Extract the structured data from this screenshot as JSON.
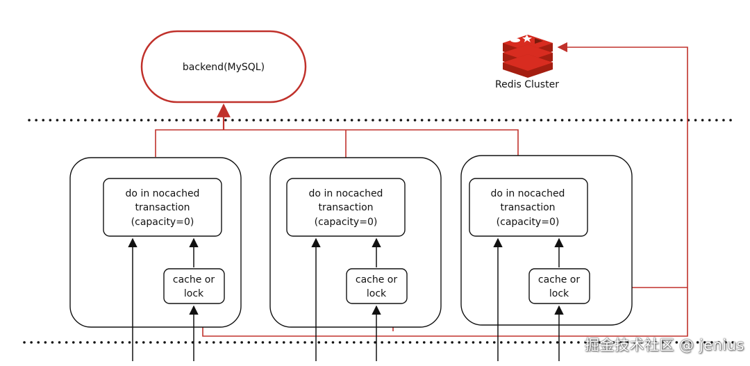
{
  "backend": {
    "label": "backend(MySQL)"
  },
  "redis": {
    "label": "Redis Cluster"
  },
  "nodes": [
    {
      "process_lines": [
        "do in nocached",
        "transaction",
        "(capacity=0)"
      ],
      "cache_lines": [
        "cache or",
        "lock"
      ]
    },
    {
      "process_lines": [
        "do in nocached",
        "transaction",
        "(capacity=0)"
      ],
      "cache_lines": [
        "cache or",
        "lock"
      ]
    },
    {
      "process_lines": [
        "do in nocached",
        "transaction",
        "(capacity=0)"
      ],
      "cache_lines": [
        "cache or",
        "lock"
      ]
    }
  ],
  "colors": {
    "accent": "#c0312b",
    "stroke": "#111111",
    "redis_red": "#d82c20",
    "redis_dark": "#a41e11"
  },
  "watermark": "掘金技术社区 @ jenius"
}
